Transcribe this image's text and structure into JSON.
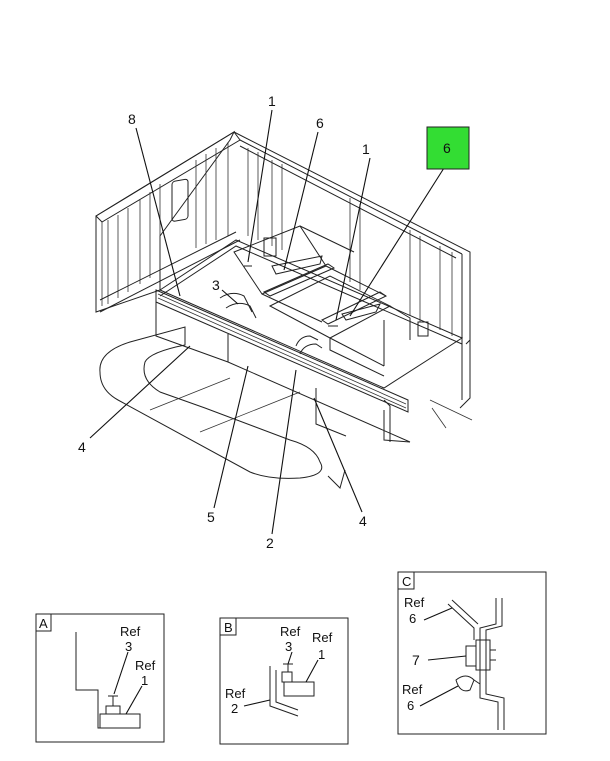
{
  "main_view": {
    "callouts": {
      "c1a": "1",
      "c8": "8",
      "c6a": "6",
      "c1b": "1",
      "c6b_highlighted": "6",
      "c3": "3",
      "c4a": "4",
      "c5": "5",
      "c2": "2",
      "c4b": "4"
    },
    "highlight_color": "#33dd33"
  },
  "detail_a": {
    "letter": "A",
    "ref_3": "Ref",
    "num_3": "3",
    "ref_1": "Ref",
    "num_1": "1"
  },
  "detail_b": {
    "letter": "B",
    "ref_3": "Ref",
    "num_3": "3",
    "ref_1": "Ref",
    "num_1": "1",
    "ref_2": "Ref",
    "num_2": "2"
  },
  "detail_c": {
    "letter": "C",
    "ref_6_top": "Ref",
    "num_6_top": "6",
    "num_7": "7",
    "ref_6_bottom": "Ref",
    "num_6_bottom": "6"
  }
}
